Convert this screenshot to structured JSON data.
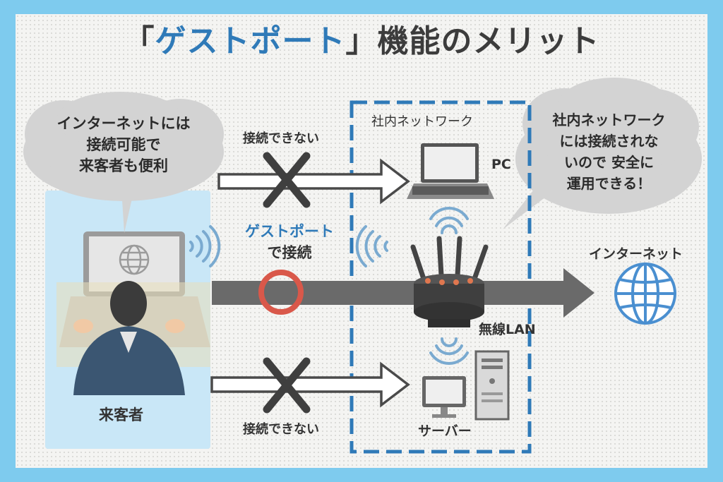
{
  "title": {
    "bracket_open": "「",
    "highlight": "ゲストポート",
    "bracket_close": "」",
    "rest": "機能のメリット"
  },
  "labels": {
    "guest_bubble": [
      "インターネットには",
      "接続可能で",
      "来客者も便利"
    ],
    "right_bubble": [
      "社内ネットワーク",
      "には接続されな",
      "いので 安全に",
      "運用できる！"
    ],
    "blocked_top": "接続できない",
    "blocked_bottom": "接続できない",
    "guest_port_line1": "ゲストポート",
    "guest_port_line2": "で接続",
    "internal_network": "社内ネットワーク",
    "pc": "PC",
    "router": "無線LAN",
    "server": "サーバー",
    "internet": "インターネット",
    "visitor": "来客者"
  },
  "colors": {
    "frame_blue": "#7ecbee",
    "title_accent": "#2f7ab8",
    "dashed_border": "#2f7ab8",
    "ok_circle": "#d9584a",
    "cross": "#3f3f3f",
    "arrow": "#6a6a6a",
    "wifi": "#7aaad0",
    "globe": "#4a8fd0"
  },
  "icons": [
    "globe-icon",
    "laptop-icon",
    "router-icon",
    "server-icon",
    "desktop-icon",
    "wifi-icon",
    "cross-icon",
    "circle-ok-icon"
  ]
}
